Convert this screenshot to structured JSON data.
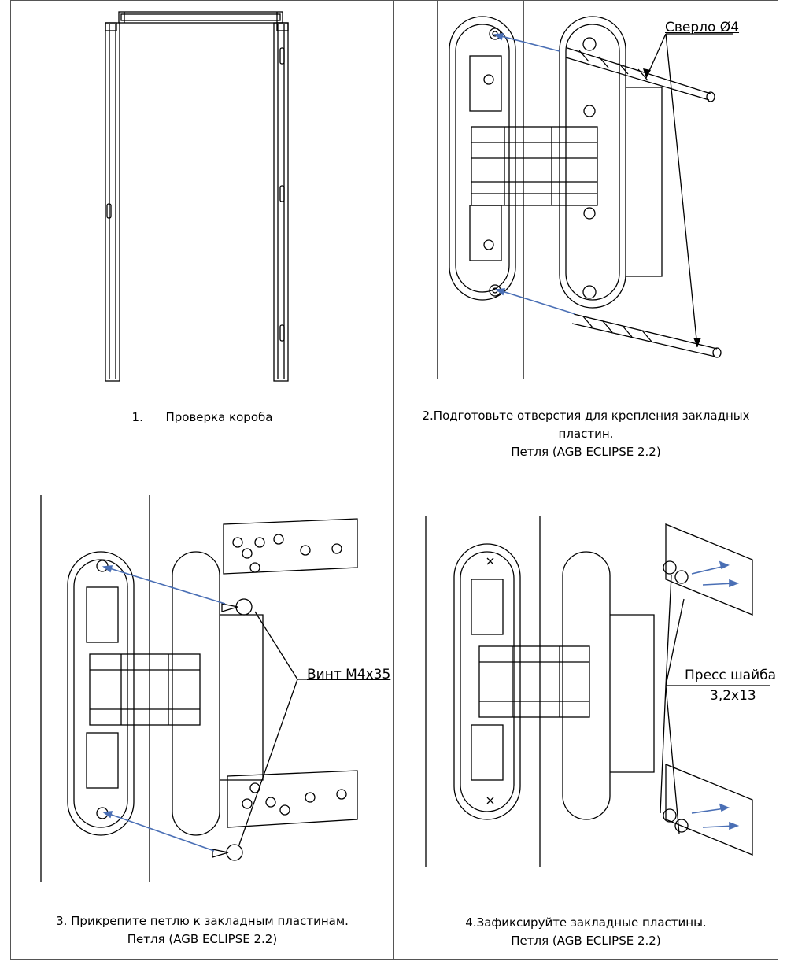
{
  "cells": [
    {
      "caption_num": "1.",
      "caption_text": "Проверка короба"
    },
    {
      "caption_line1": "2.Подготовьте отверстия для крепления закладных пластин.",
      "caption_line2": "Петля (AGB ECLIPSE 2.2)",
      "callout": "Сверло Ø4"
    },
    {
      "caption_line1": "3. Прикрепите петлю к закладным пластинам.",
      "caption_line2": "Петля (AGB ECLIPSE 2.2)",
      "callout": "Винт М4х35"
    },
    {
      "caption_line1": "4.Зафиксируйте закладные пластины.",
      "caption_line2": "Петля (AGB ECLIPSE 2.2)",
      "callout_line1": "Пресс шайба",
      "callout_line2": "3,2х13"
    }
  ],
  "colors": {
    "arrow": "#4a6fb5",
    "line": "#000000",
    "border": "#555555"
  }
}
